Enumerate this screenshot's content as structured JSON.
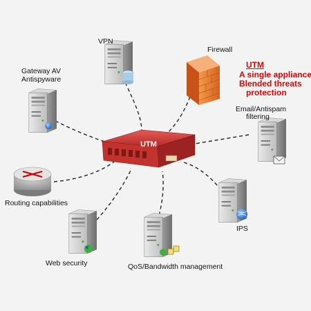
{
  "center": {
    "label": "UTM"
  },
  "callout": {
    "title": "UTM",
    "lines": [
      "A single appliance",
      "Blended threats",
      "protection"
    ]
  },
  "nodes": {
    "vpn": "VPN",
    "firewall": "Firewall",
    "gateway_av": [
      "Gateway AV",
      "Antispyware"
    ],
    "email": [
      "Email/Antispam",
      "filtering"
    ],
    "routing": "Routing capabilities",
    "ips": "IPS",
    "web": "Web security",
    "qos": "QoS/Bandwidth management"
  },
  "colors": {
    "accent_red": "#e60000",
    "appliance": "#c8322f",
    "firewall": "#e87a2e",
    "server": "#cfcfcf"
  }
}
